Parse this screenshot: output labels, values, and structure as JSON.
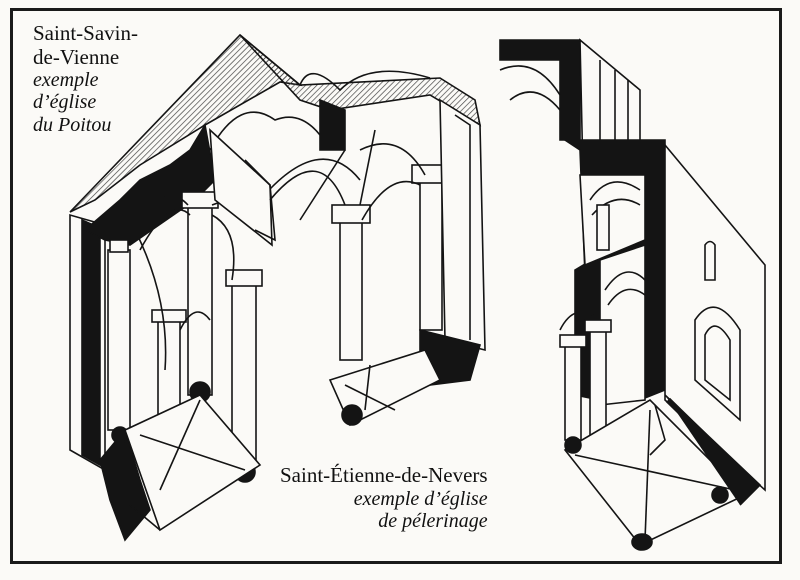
{
  "captions": {
    "left": {
      "line1": "Saint-Savin-",
      "line2": "de-Vienne",
      "line3": "exemple",
      "line4": "d’église",
      "line5": "du Poitou"
    },
    "right": {
      "line1": "Saint-Étienne-de-Nevers",
      "line2": "exemple d’église",
      "line3": "de pélerinage"
    }
  },
  "colors": {
    "ink": "#141414",
    "paper": "#fbfaf7",
    "hatch": "#555555"
  }
}
